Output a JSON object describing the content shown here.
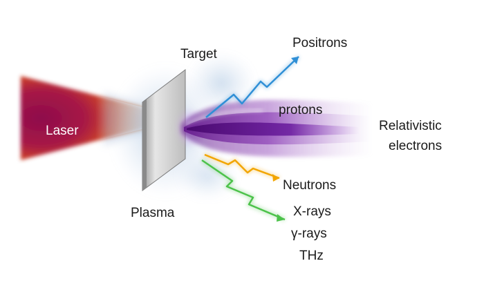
{
  "diagram": {
    "labels": {
      "laser": "Laser",
      "target": "Target",
      "plasma": "Plasma",
      "positrons": "Positrons",
      "protons": "protons",
      "relativistic_line1": "Relativistic",
      "relativistic_line2": "electrons",
      "neutrons": "Neutrons",
      "xrays": "X-rays",
      "gammarays": "γ-rays",
      "thz": "THz"
    },
    "colors": {
      "laser_outer": "#f08a1c",
      "laser_core": "#9e0f4a",
      "target_plate": "#c9c9c9",
      "beam_purple": "#7a1fa0",
      "positron_arrow": "#2f8fd6",
      "neutron_arrow": "#f2a500",
      "xray_arrow": "#4cc24a",
      "plasma_haze": "#8fb3d6"
    }
  }
}
